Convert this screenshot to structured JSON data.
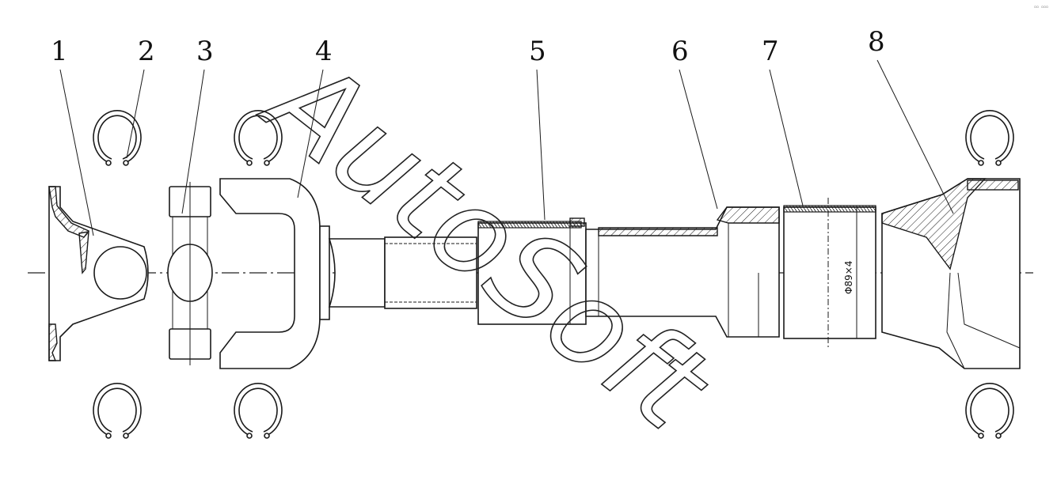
{
  "callouts": [
    {
      "label": "1",
      "name": "flange-yoke"
    },
    {
      "label": "2",
      "name": "snap-ring"
    },
    {
      "label": "3",
      "name": "cross-spider"
    },
    {
      "label": "4",
      "name": "slip-yoke"
    },
    {
      "label": "5",
      "name": "spline-sleeve"
    },
    {
      "label": "6",
      "name": "tube-shaft"
    },
    {
      "label": "7",
      "name": "balance-band"
    },
    {
      "label": "8",
      "name": "weld-yoke"
    }
  ],
  "dimension_label": "Φ89×4",
  "watermark": "AutoSoft",
  "corner_mark": "▫▫ ▫▫▫"
}
